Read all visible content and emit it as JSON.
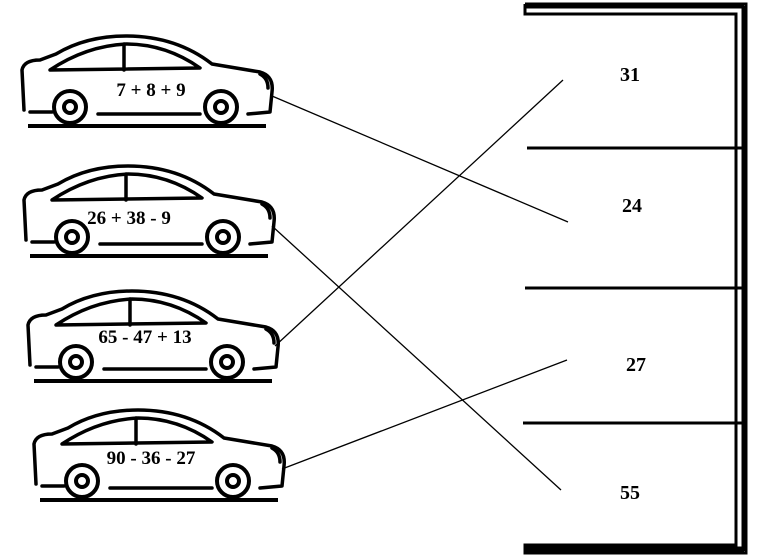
{
  "cars": [
    {
      "expression": "7 + 8 + 9"
    },
    {
      "expression": "26 + 38 - 9"
    },
    {
      "expression": "65 - 47 + 13"
    },
    {
      "expression": "90 - 36 - 27"
    }
  ],
  "parking_slots": [
    {
      "number": "31"
    },
    {
      "number": "24"
    },
    {
      "number": "27"
    },
    {
      "number": "55"
    }
  ],
  "connections": [
    {
      "car": 0,
      "slot": 1
    },
    {
      "car": 1,
      "slot": 3
    },
    {
      "car": 2,
      "slot": 0
    },
    {
      "car": 3,
      "slot": 2
    }
  ],
  "colors": {
    "ink": "#000000",
    "background": "#ffffff"
  }
}
